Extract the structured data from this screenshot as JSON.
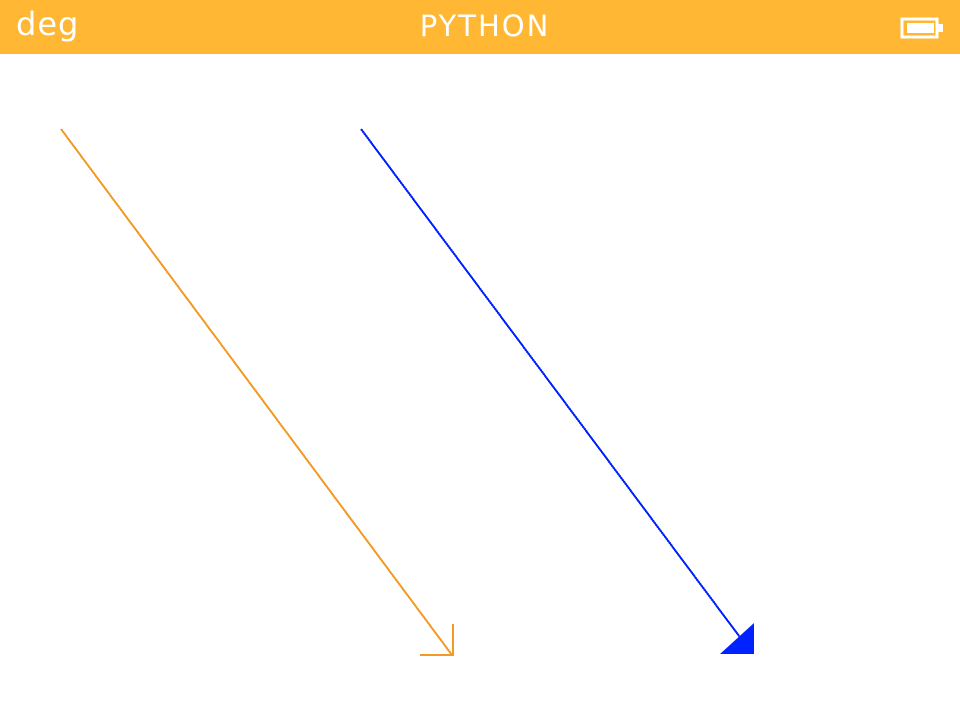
{
  "status_bar": {
    "angle_mode": "deg",
    "title": "PYTHON",
    "battery_icon": "battery-full-icon",
    "background_color": "#ffb734",
    "text_color": "#ffffff"
  },
  "canvas": {
    "background_color": "#ffffff",
    "arrows": [
      {
        "name": "orange-arrow",
        "color": "#f39a25",
        "head_style": "open"
      },
      {
        "name": "blue-arrow",
        "color": "#0022ff",
        "head_style": "filled"
      }
    ]
  }
}
